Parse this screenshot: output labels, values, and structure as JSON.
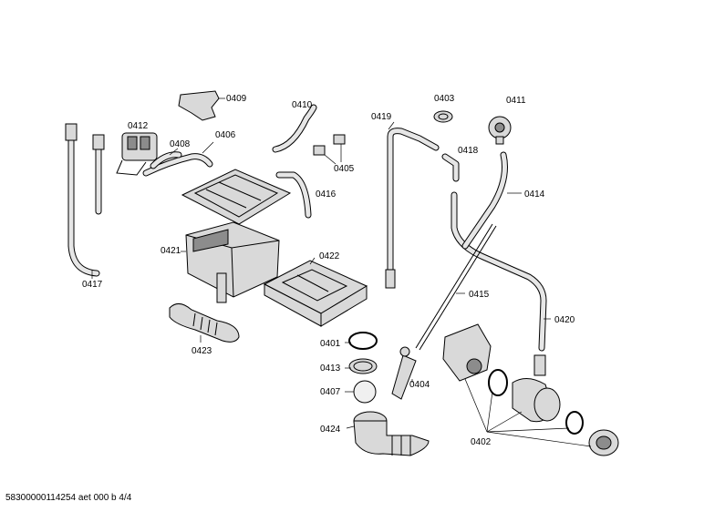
{
  "labels": {
    "p0409": "0409",
    "p0410": "0410",
    "p0403": "0403",
    "p0411": "0411",
    "p0412": "0412",
    "p0408": "0408",
    "p0406": "0406",
    "p0419": "0419",
    "p0418": "0418",
    "p0405": "0405",
    "p0416": "0416",
    "p0414": "0414",
    "p0421": "0421",
    "p0422": "0422",
    "p0417": "0417",
    "p0415": "0415",
    "p0420": "0420",
    "p0423": "0423",
    "p0401": "0401",
    "p0413": "0413",
    "p0407": "0407",
    "p0404": "0404",
    "p0424": "0424",
    "p0402": "0402"
  },
  "footer": "58300000114254 aet 000 b 4/4"
}
